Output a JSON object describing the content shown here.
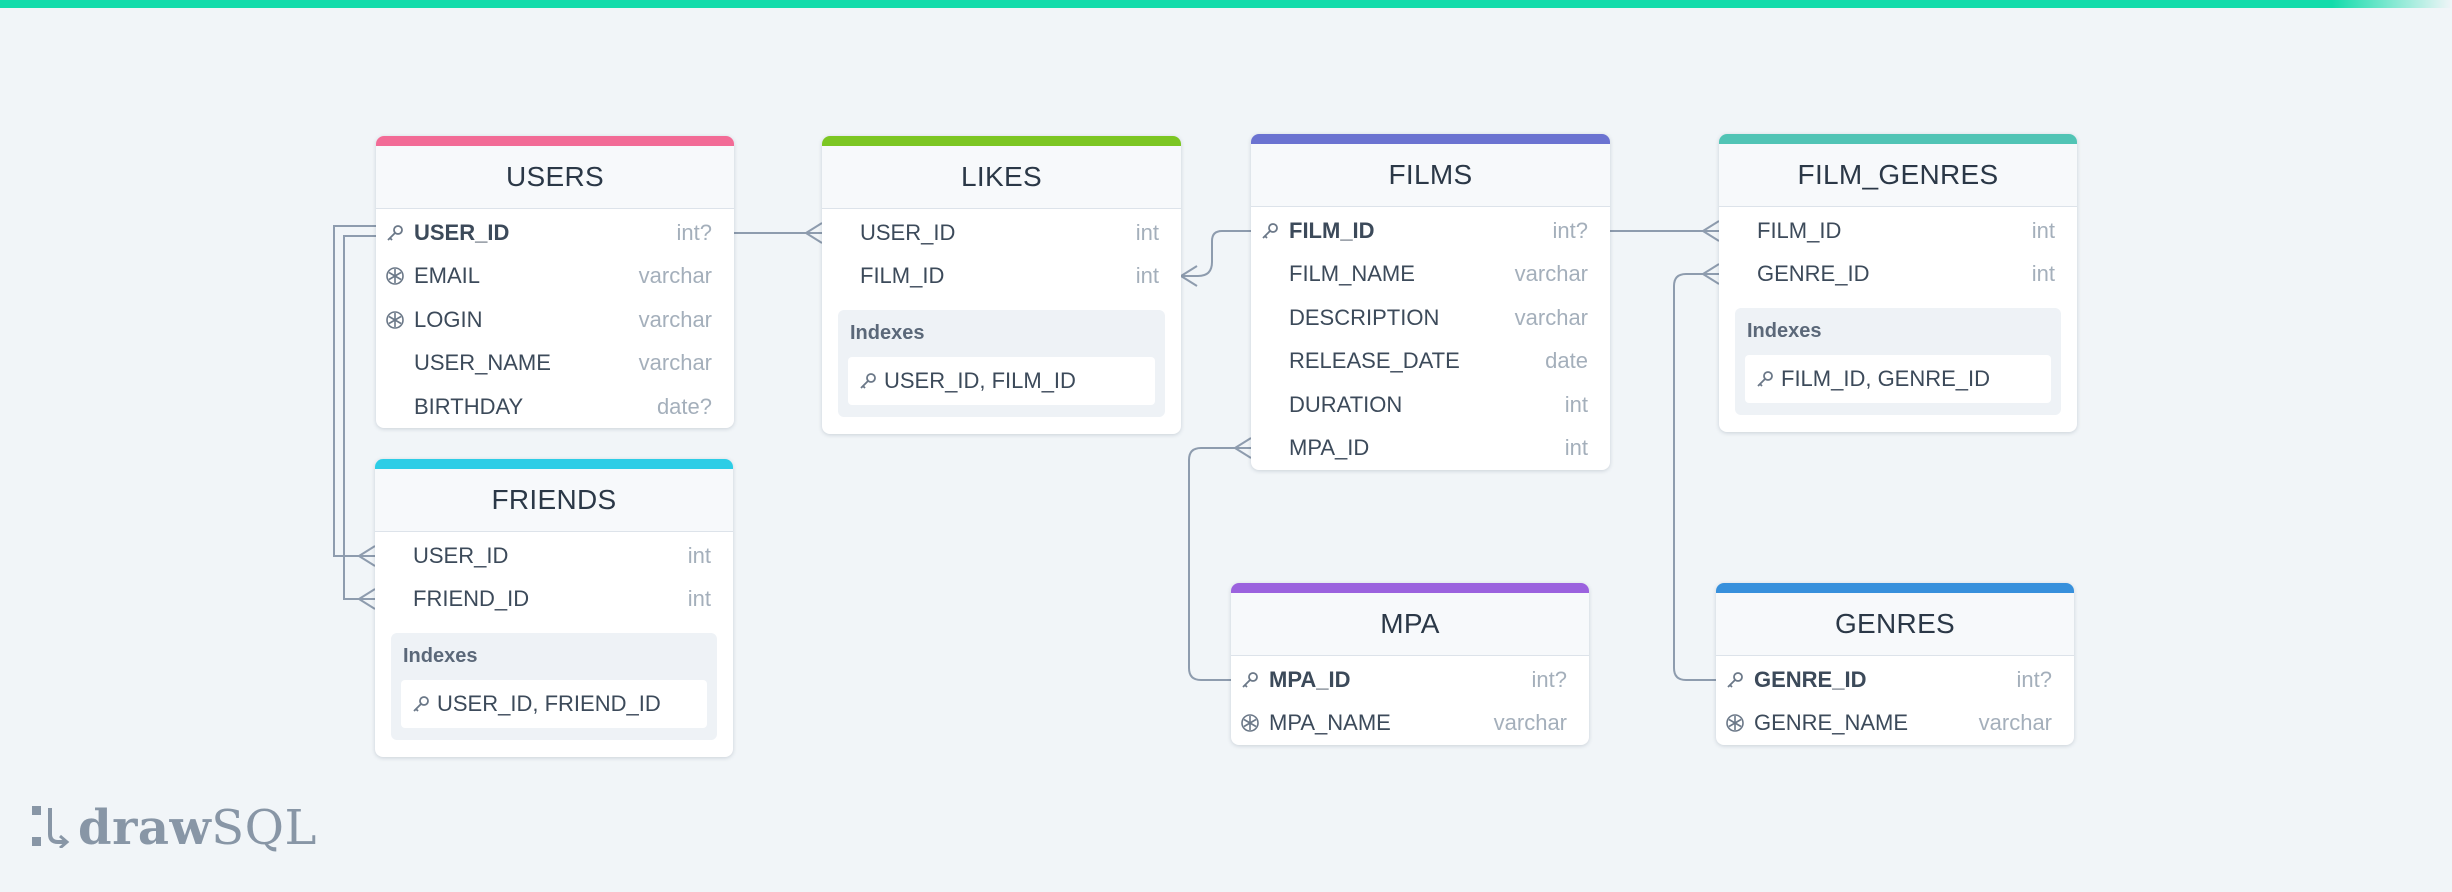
{
  "brand": {
    "draw": "draw",
    "sql": "SQL"
  },
  "colors": {
    "users": "#f26b96",
    "likes": "#7cc623",
    "films": "#6b73d1",
    "film_genres": "#51c4b5",
    "friends": "#2dcde6",
    "mpa": "#9b62de",
    "genres": "#3790dc",
    "accent": "#13dcab"
  },
  "indexes_label": "Indexes",
  "tables": {
    "users": {
      "title": "USERS",
      "rows": [
        {
          "name": "USER_ID",
          "type": "int?",
          "icon": "key-icon"
        },
        {
          "name": "EMAIL",
          "type": "varchar",
          "icon": "snowflake-icon"
        },
        {
          "name": "LOGIN",
          "type": "varchar",
          "icon": "snowflake-icon"
        },
        {
          "name": "USER_NAME",
          "type": "varchar"
        },
        {
          "name": "BIRTHDAY",
          "type": "date?"
        }
      ]
    },
    "likes": {
      "title": "LIKES",
      "rows": [
        {
          "name": "USER_ID",
          "type": "int"
        },
        {
          "name": "FILM_ID",
          "type": "int"
        }
      ],
      "index": "USER_ID, FILM_ID"
    },
    "films": {
      "title": "FILMS",
      "rows": [
        {
          "name": "FILM_ID",
          "type": "int?",
          "icon": "key-icon"
        },
        {
          "name": "FILM_NAME",
          "type": "varchar"
        },
        {
          "name": "DESCRIPTION",
          "type": "varchar"
        },
        {
          "name": "RELEASE_DATE",
          "type": "date"
        },
        {
          "name": "DURATION",
          "type": "int"
        },
        {
          "name": "MPA_ID",
          "type": "int"
        }
      ]
    },
    "film_genres": {
      "title": "FILM_GENRES",
      "rows": [
        {
          "name": "FILM_ID",
          "type": "int"
        },
        {
          "name": "GENRE_ID",
          "type": "int"
        }
      ],
      "index": "FILM_ID, GENRE_ID"
    },
    "friends": {
      "title": "FRIENDS",
      "rows": [
        {
          "name": "USER_ID",
          "type": "int"
        },
        {
          "name": "FRIEND_ID",
          "type": "int"
        }
      ],
      "index": "USER_ID, FRIEND_ID"
    },
    "mpa": {
      "title": "MPA",
      "rows": [
        {
          "name": "MPA_ID",
          "type": "int?",
          "icon": "key-icon"
        },
        {
          "name": "MPA_NAME",
          "type": "varchar",
          "icon": "snowflake-icon"
        }
      ]
    },
    "genres": {
      "title": "GENRES",
      "rows": [
        {
          "name": "GENRE_ID",
          "type": "int?",
          "icon": "key-icon"
        },
        {
          "name": "GENRE_NAME",
          "type": "varchar",
          "icon": "snowflake-icon"
        }
      ]
    }
  }
}
